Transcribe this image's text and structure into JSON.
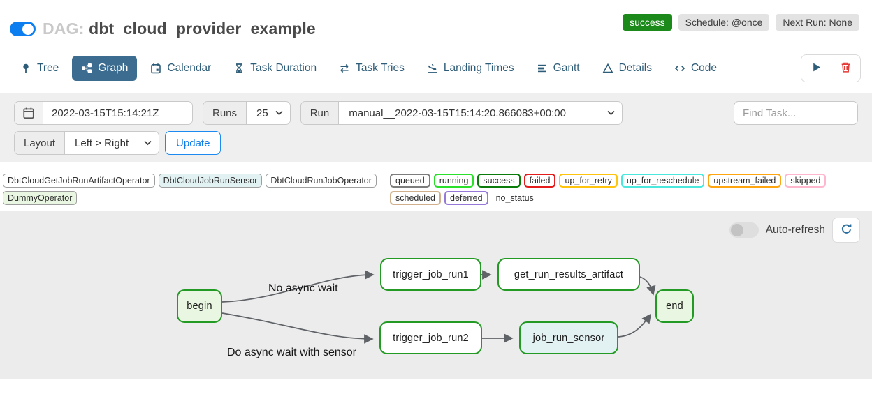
{
  "header": {
    "dag_prefix": "DAG:",
    "dag_name": "dbt_cloud_provider_example",
    "status_badge": "success",
    "schedule_badge": "Schedule: @once",
    "next_run_badge": "Next Run: None"
  },
  "tabs": [
    {
      "label": "Tree",
      "icon": "pin-icon"
    },
    {
      "label": "Graph",
      "icon": "graph-icon"
    },
    {
      "label": "Calendar",
      "icon": "calendar-icon"
    },
    {
      "label": "Task Duration",
      "icon": "hourglass-icon"
    },
    {
      "label": "Task Tries",
      "icon": "retry-arrows-icon"
    },
    {
      "label": "Landing Times",
      "icon": "plane-landing-icon"
    },
    {
      "label": "Gantt",
      "icon": "gantt-bars-icon"
    },
    {
      "label": "Details",
      "icon": "triangle-icon"
    },
    {
      "label": "Code",
      "icon": "code-icon"
    }
  ],
  "active_tab": "Graph",
  "filters": {
    "base_date_value": "2022-03-15T15:14:21Z",
    "runs_label": "Runs",
    "runs_value": "25",
    "run_label": "Run",
    "run_value": "manual__2022-03-15T15:14:20.866083+00:00",
    "find_task_placeholder": "Find Task...",
    "layout_label": "Layout",
    "layout_value": "Left > Right",
    "update_button": "Update"
  },
  "legend": {
    "operators": [
      {
        "label": "DbtCloudGetJobRunArtifactOperator",
        "bg": "#ffffff"
      },
      {
        "label": "DbtCloudJobRunSensor",
        "bg": "#e2f1f2"
      },
      {
        "label": "DbtCloudRunJobOperator",
        "bg": "#ffffff"
      },
      {
        "label": "DummyOperator",
        "bg": "#e9f6e1"
      }
    ],
    "statuses": [
      {
        "label": "queued",
        "color": "#7d7d7d"
      },
      {
        "label": "running",
        "color": "#2ae02a"
      },
      {
        "label": "success",
        "color": "#0b7c0b"
      },
      {
        "label": "failed",
        "color": "#e51c1c"
      },
      {
        "label": "up_for_retry",
        "color": "#ffc40d"
      },
      {
        "label": "up_for_reschedule",
        "color": "#4de8dd"
      },
      {
        "label": "upstream_failed",
        "color": "#ffa510"
      },
      {
        "label": "skipped",
        "color": "#ffb7cd"
      },
      {
        "label": "scheduled",
        "color": "#d0b08c"
      },
      {
        "label": "deferred",
        "color": "#9678d8"
      },
      {
        "label": "no_status",
        "color": "none"
      }
    ]
  },
  "graph": {
    "auto_refresh_label": "Auto-refresh",
    "auto_refresh_on": false,
    "nodes": {
      "begin": "begin",
      "trigger_job_run1": "trigger_job_run1",
      "get_run_results_artifact": "get_run_results_artifact",
      "end": "end",
      "trigger_job_run2": "trigger_job_run2",
      "job_run_sensor": "job_run_sensor"
    },
    "edge_labels": {
      "top": "No async wait",
      "bottom": "Do async wait with sensor"
    }
  },
  "colors": {
    "accent_blue": "#0d7ef0",
    "active_tab_bg": "#3c6d90",
    "node_border_green": "#239a23",
    "success_badge_bg": "#1b8a1b",
    "panel_bg": "#ececec"
  }
}
